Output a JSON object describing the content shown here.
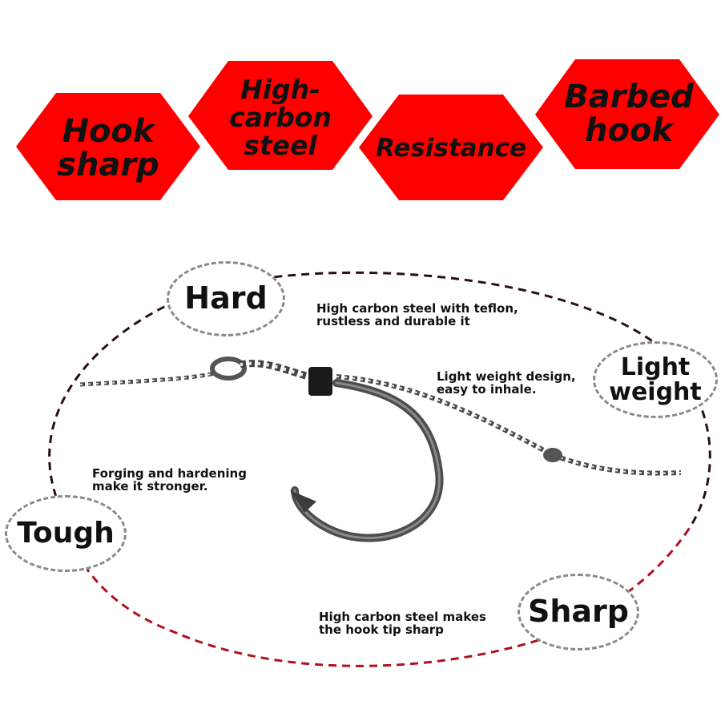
{
  "colors": {
    "hexagon_fill": "#ff0000",
    "dashed_loop_dark": "#2a1010",
    "dashed_loop_red": "#b01020",
    "bubble_border": "#8a8a8a"
  },
  "features": [
    {
      "label": "Hook\nsharp"
    },
    {
      "label": "High-\ncarbon\nsteel"
    },
    {
      "label": "Resistance"
    },
    {
      "label": "Barbed\nhook"
    }
  ],
  "properties": {
    "hard": {
      "title": "Hard",
      "description": "High carbon steel with teflon,\nrustless and durable it"
    },
    "light_weight": {
      "title": "Light\nweight",
      "description": "Light weight design,\neasy to inhale."
    },
    "tough": {
      "title": "Tough",
      "description": "Forging and hardening\nmake it stronger."
    },
    "sharp": {
      "title": "Sharp",
      "description": "High carbon steel makes\nthe hook tip sharp"
    }
  },
  "product_image": {
    "icon": "fishing-hook-rig-icon"
  }
}
